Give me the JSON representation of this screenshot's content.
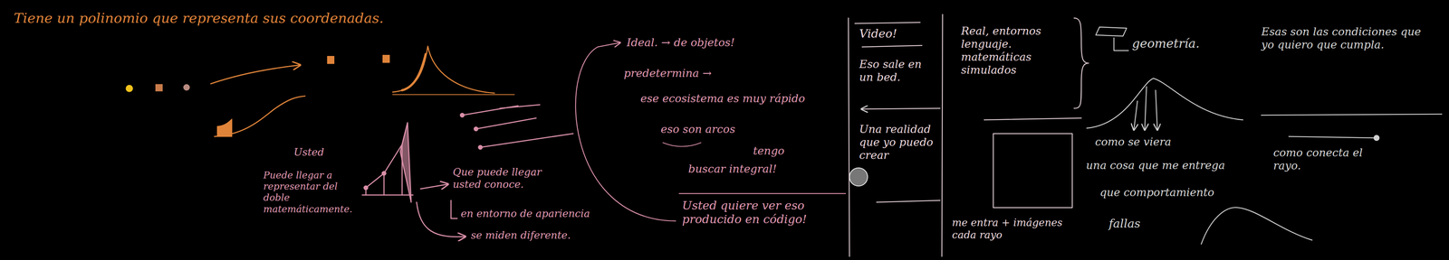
{
  "diagram": {
    "title": "Tiene un polinomio que representa sus coordenadas.",
    "labels": [
      "Usted",
      "Puede llegar a representar del doble matemáticamente.",
      "Que puede llegar usted conoce.",
      "en entorno de apariencia",
      "se miden diferente.",
      "Ideal. → de objetos!",
      "predetermina →",
      "ese ecosistema es muy rápido",
      "eso son arcos",
      "tengo",
      "buscar integral!",
      "Usted quiere ver eso producido en código!",
      "Video!",
      "Eso sale en un bed.",
      "Real, entornos lenguaje. matemáticas simulados",
      "Una realidad que yo puedo crear",
      "me entra + imágenes cada rayo",
      "geometría.",
      "Esas son las condiciones que yo quiero que cumpla.",
      "como se viera",
      "una cosa que me entrega",
      "como conecta el rayo.",
      "que comportamiento",
      "fallas"
    ]
  }
}
